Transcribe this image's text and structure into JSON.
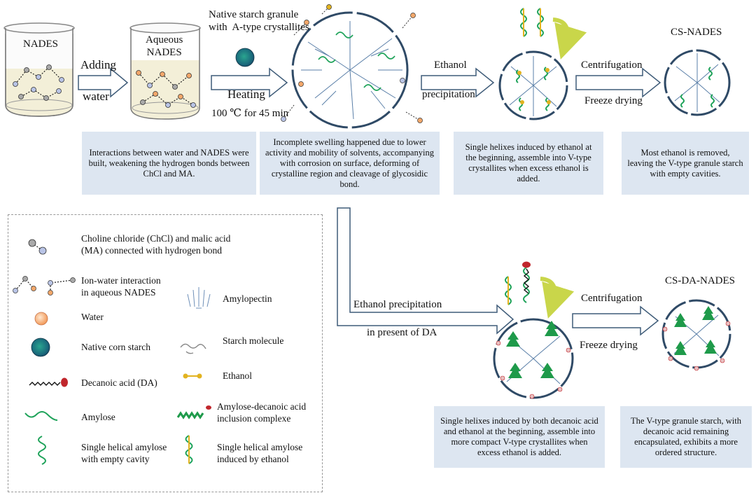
{
  "labels": {
    "beaker1": "NADES",
    "beaker2": "Aqueous\nNADES",
    "step_adding": "Adding",
    "step_water": "water",
    "native_granule": "Native starch granule\nwith  A-type crystallites",
    "step_heating": "Heating",
    "heating_cond": "100 ℃ for 45 min",
    "ethanol": "Ethanol",
    "precipitation": "precipitation",
    "centrifugation_top": "Centrifugation",
    "freeze_top": "Freeze drying",
    "cs_nades": "CS-NADES",
    "ethanol_precip_da": "Ethanol precipitation",
    "in_present_da": "in present of  DA",
    "centrifugation_bottom": "Centrifugation",
    "freeze_bottom": "Freeze drying",
    "cs_da_nades": "CS-DA-NADES"
  },
  "captions": {
    "c1": "Interactions between water and NADES were built, weakening the hydrogen bonds between ChCl and MA.",
    "c2": "Incomplete swelling happened due to lower activity and mobility of solvents, accompanying with corrosion on surface, deforming of crystalline region and cleavage of glycosidic bond.",
    "c3": "Single helixes induced by ethanol at the beginning, assemble into V-type crystallites when excess ethanol is added.",
    "c4": "Most ethanol is removed, leaving the V-type granule starch with empty cavities.",
    "c5": "Single helixes induced by both decanoic acid and ethanol at the beginning, assemble into more compact V-type crystallites when excess ethanol is added.",
    "c6": "The V-type granule starch, with decanoic acid remaining encapsulated, exhibits a more ordered structure."
  },
  "legend": {
    "chcl_ma": "Choline chloride (ChCl) and malic acid\n(MA) connected with hydrogen bond",
    "ion_water": "Ion-water interaction\nin aqueous NADES",
    "water": "Water",
    "corn_starch": "Native corn starch",
    "decanoic": "Decanoic acid (DA)",
    "amylose": "Amylose",
    "helix_empty": "Single helical amylose\nwith empty cavity",
    "amylopectin": "Amylopectin",
    "starch_mol": "Starch molecule",
    "ethanol": "Ethanol",
    "inclusion": "Amylose-decanoic acid\ninclusion complexe",
    "helix_ethanol": "Single helical amylose\ninduced by ethanol"
  },
  "colors": {
    "caption_bg": "#dde6f1",
    "arrow": "#3e5b78",
    "granule_ring": "#2f4a66",
    "amylopectin": "#5a7fa8",
    "amylose": "#1fa35a",
    "ethanol_gold": "#e2b320",
    "water": "#f3a76a",
    "da_red": "#c0262c",
    "starch_teal": "#1f7a78"
  }
}
